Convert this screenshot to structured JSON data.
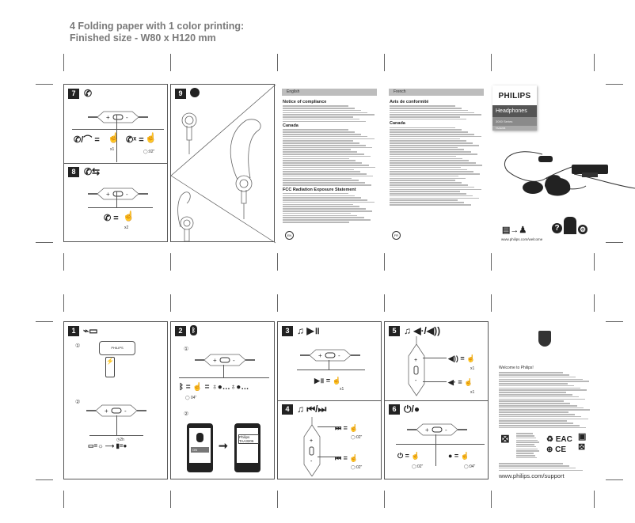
{
  "header": {
    "line1": "4 Folding paper with 1 color printing:",
    "line2": "Finished size - W80 x H120 mm"
  },
  "panels": {
    "p7": {
      "num": "7",
      "icon": "phone-icon",
      "x1": "x1",
      "time": "02\""
    },
    "p8": {
      "num": "8",
      "icon": "call-switch-icon",
      "x2": "x2"
    },
    "p9": {
      "num": "9",
      "icon": "ear-fit-icon"
    },
    "p1": {
      "num": "1",
      "icon": "charging-battery-icon",
      "brand": "PHILIPS",
      "step1": "①",
      "step2": "②",
      "time": "2h"
    },
    "p2": {
      "num": "2",
      "icon": "bluetooth-icon",
      "step1": "①",
      "step2": "②",
      "time": "04\"",
      "on": "ON",
      "device1": "Philips",
      "device2": "TAA3206"
    },
    "p3": {
      "num": "3",
      "icon": "music-play-pause-icon",
      "x1": "x1"
    },
    "p4": {
      "num": "4",
      "icon": "music-prev-next-icon",
      "t1": "02\"",
      "t2": "02\""
    },
    "p5": {
      "num": "5",
      "icon": "music-volume-icon",
      "x1a": "x1",
      "x1b": "x1"
    },
    "p6": {
      "num": "6",
      "icon": "power-icon",
      "t1": "02\"",
      "t2": "04\""
    }
  },
  "english": {
    "lang": "English",
    "title": "Notice of compliance",
    "canada": "Canada",
    "fcc": "FCC Radiation Exposure Statement",
    "badge": "EN"
  },
  "french": {
    "lang": "French",
    "title": "Avis de conformité",
    "canada": "Canada",
    "badge": "FR"
  },
  "cover": {
    "brand": "PHILIPS",
    "product": "Headphones",
    "series": "3000 Series",
    "model": "TAA3206",
    "url": "www.philips.com/welcome"
  },
  "back": {
    "title": "Welcome to Philips!",
    "url": "www.philips.com/support"
  }
}
